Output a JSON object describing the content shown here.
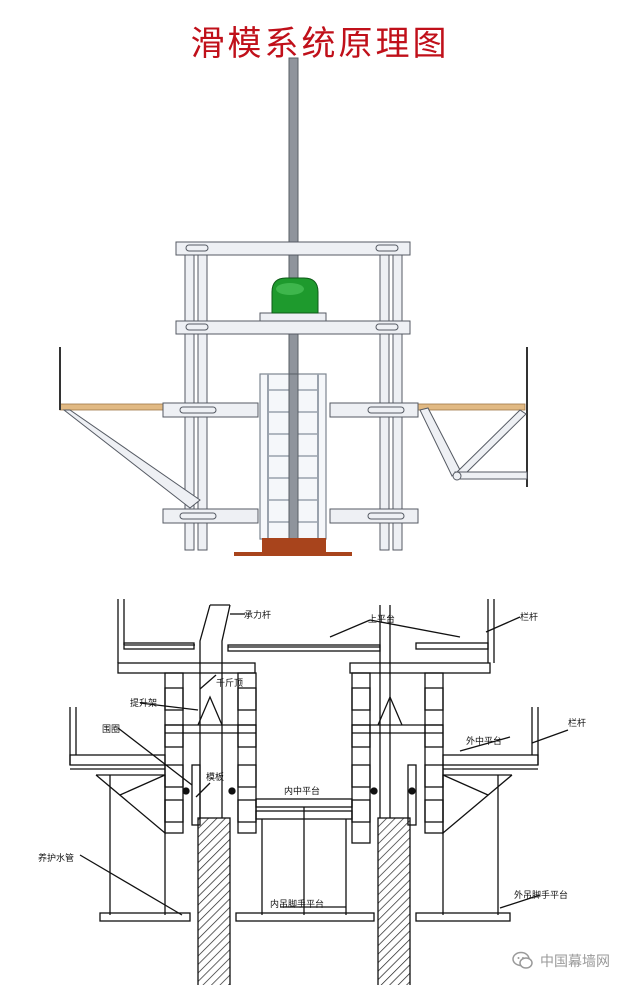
{
  "title": "滑模系统原理图",
  "labels": {
    "load_rod": "承力杆",
    "upper_platform": "上平台",
    "railing_top": "栏杆",
    "jack": "千斤顶",
    "lifting_frame": "提升架",
    "enclosure": "围圈",
    "template": "模板",
    "outer_mid_platform": "外中平台",
    "railing_mid": "栏杆",
    "inner_mid_platform": "内中平台",
    "curing_water_pipe": "养护水管",
    "inner_scaffold": "内吊脚手平台",
    "outer_scaffold": "外吊脚手平台"
  },
  "watermark": "中国幕墙网",
  "colors": {
    "title": "#c0101a",
    "frame_fill": "#eef0f4",
    "frame_stroke": "#555a63",
    "jack": "#1e9a2d",
    "timber": "#e1b983",
    "concrete": "#a8441c",
    "lines": "#111111"
  }
}
